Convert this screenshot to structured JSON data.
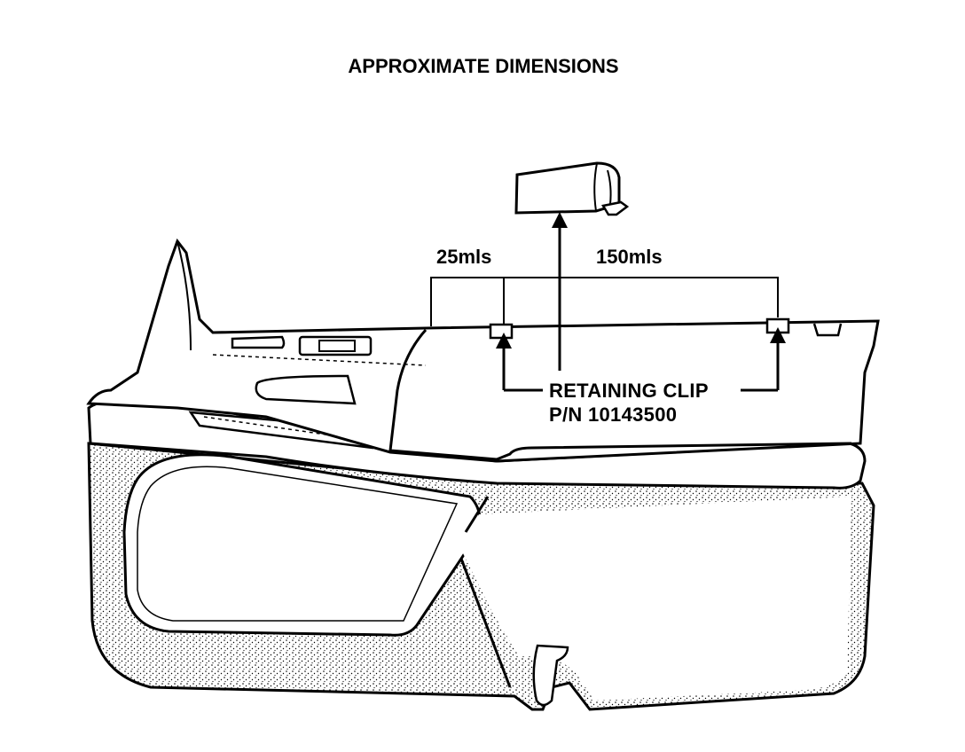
{
  "title": "APPROXIMATE DIMENSIONS",
  "dimensions": {
    "left_label": "25mls",
    "right_label": "150mls"
  },
  "callout": {
    "name": "RETAINING CLIP",
    "part_number": "P/N 10143500"
  },
  "colors": {
    "ink": "#000000",
    "paper": "#ffffff"
  }
}
